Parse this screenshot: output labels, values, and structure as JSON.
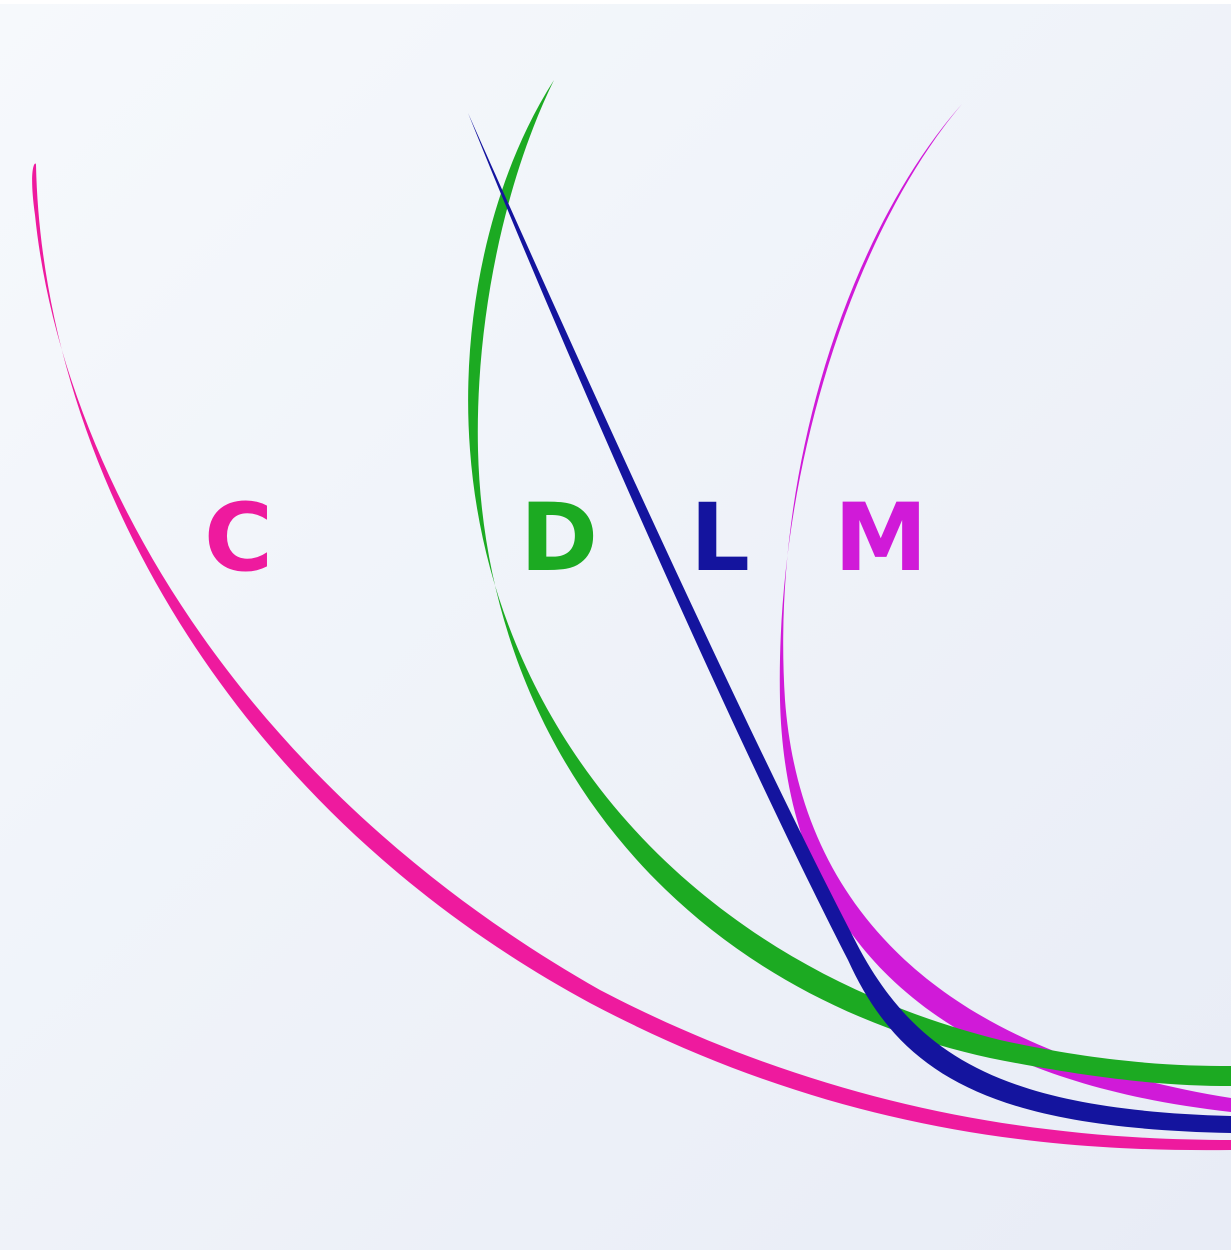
{
  "labels": {
    "c": "C",
    "d": "D",
    "l": "L",
    "m": "M"
  },
  "colors": {
    "c": "#ee1a9e",
    "d": "#1caa22",
    "l": "#14149e",
    "m": "#d01ad8",
    "background_top": "#f4f6fa",
    "background_bottom": "#e9edf6"
  }
}
